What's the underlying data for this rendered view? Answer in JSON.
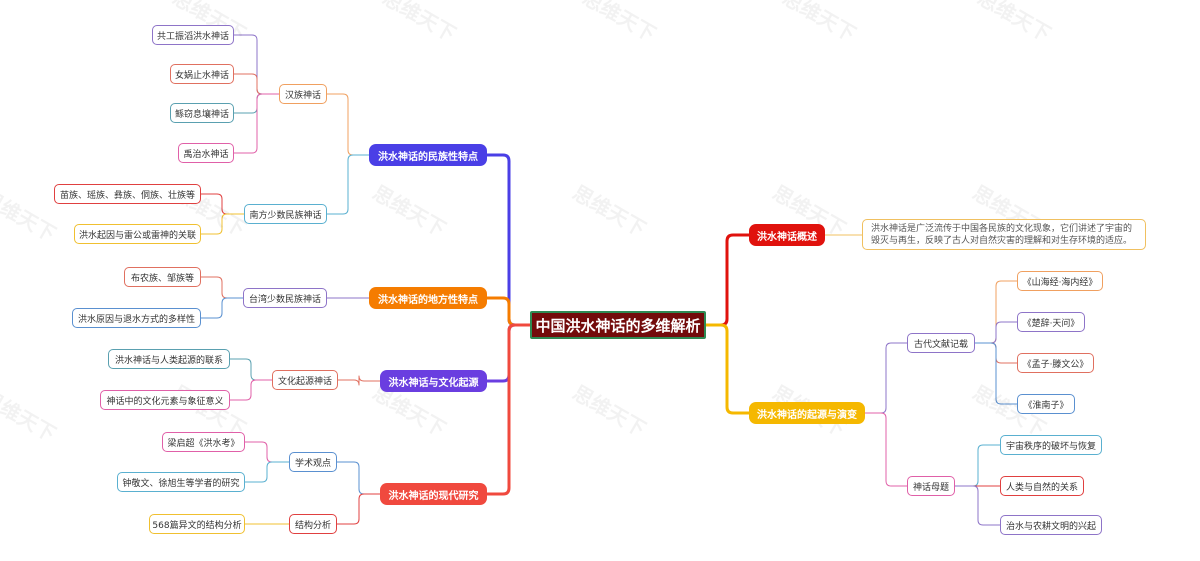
{
  "watermark": "思维天下",
  "root": {
    "label": "中国洪水神话的多维解析"
  },
  "branches": {
    "ethnic": {
      "label": "洪水神话的民族性特点",
      "han": {
        "label": "汉族神话",
        "items": [
          "共工振滔洪水神话",
          "女娲止水神话",
          "鲧窃息壤神话",
          "禹治水神话"
        ]
      },
      "south": {
        "label": "南方少数民族神话",
        "items": [
          "苗族、瑶族、彝族、侗族、壮族等",
          "洪水起因与雷公或雷神的关联"
        ]
      }
    },
    "regional": {
      "label": "洪水神话的地方性特点",
      "taiwan": {
        "label": "台湾少数民族神话",
        "items": [
          "布农族、邹族等",
          "洪水原因与退水方式的多样性"
        ]
      }
    },
    "culture": {
      "label": "洪水神话与文化起源",
      "origin": {
        "label": "文化起源神话",
        "items": [
          "洪水神话与人类起源的联系",
          "神话中的文化元素与象征意义"
        ]
      }
    },
    "modern": {
      "label": "洪水神话的现代研究",
      "academic": {
        "label": "学术观点",
        "items": [
          "梁启超《洪水考》",
          "钟敬文、徐旭生等学者的研究"
        ]
      },
      "structure": {
        "label": "结构分析",
        "items": [
          "568篇异文的结构分析"
        ]
      }
    },
    "overview": {
      "label": "洪水神话概述",
      "text": "洪水神话是广泛流传于中国各民族的文化现象，它们讲述了宇宙的毁灭与再生，反映了古人对自然灾害的理解和对生存环境的适应。"
    },
    "evolution": {
      "label": "洪水神话的起源与演变",
      "ancient": {
        "label": "古代文献记载",
        "items": [
          "《山海经·海内经》",
          "《楚辞·天问》",
          "《孟子·滕文公》",
          "《淮南子》"
        ]
      },
      "motif": {
        "label": "神话母题",
        "items": [
          "宇宙秩序的破坏与恢复",
          "人类与自然的关系",
          "治水与农耕文明的兴起"
        ]
      }
    }
  },
  "colors": {
    "root_bg": "#730b0b",
    "root_border": "#2e8a53",
    "ethnic": "#4a3fe6",
    "regional": "#f57c00",
    "culture": "#6a3ee0",
    "modern": "#f0493e",
    "overview": "#e0120d",
    "evolution": "#f5b800"
  }
}
